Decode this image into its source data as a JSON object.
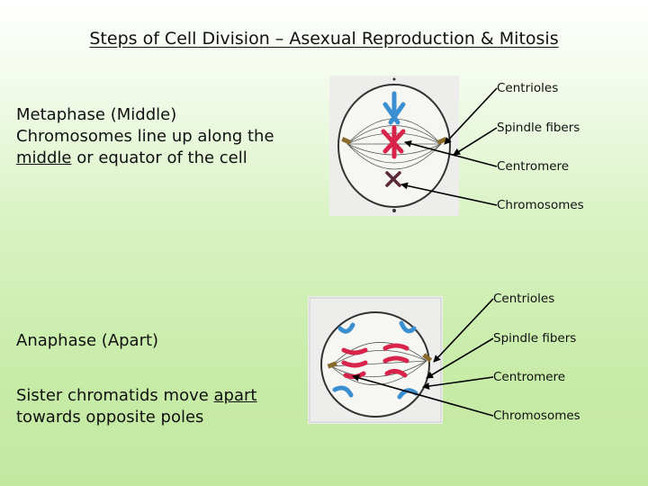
{
  "title": "Steps of Cell Division – Asexual Reproduction & Mitosis",
  "metaphase": {
    "heading": "Metaphase (Middle)",
    "desc_line1": "Chromosomes line up along the",
    "desc_underlined": "middle",
    "desc_line2_rest": " or equator of the cell",
    "labels": [
      "Centrioles",
      "Spindle fibers",
      "Centromere",
      "Chromosomes"
    ]
  },
  "anaphase": {
    "heading": "Anaphase (Apart)",
    "desc_prefix": "Sister chromatids move ",
    "desc_underlined": "apart",
    "desc_line2": "towards opposite poles",
    "labels": [
      "Centrioles",
      "Spindle fibers",
      "Centromere",
      "Chromosomes"
    ]
  },
  "colors": {
    "blue_chromosome": "#3a8fd0",
    "red_chromosome": "#d8244a",
    "centriole": "#8a6a2a"
  }
}
